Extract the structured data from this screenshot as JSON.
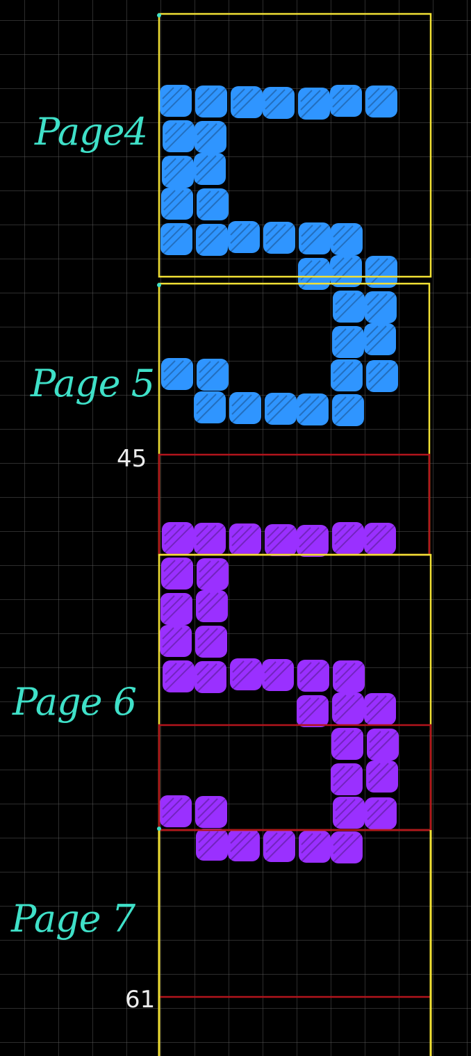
{
  "labels": {
    "page4": "Page4",
    "page5": "Page 5",
    "page6": "Page 6",
    "page7": "Page 7",
    "num_45": "45",
    "num_61": "61"
  },
  "colors": {
    "background": "#000000",
    "grid": "#5a5a5a",
    "page_frame": "#f2e135",
    "highlight_frame": "#b3141c",
    "label": "#3fe0c8",
    "number": "#ececec",
    "digit_blue": "#2f95ff",
    "digit_purple": "#9a30ff"
  },
  "digits": [
    {
      "name": "blue-digit-5",
      "glyph": "5",
      "color": "#2f95ff"
    },
    {
      "name": "purple-digit-5",
      "glyph": "5",
      "color": "#9a30ff"
    }
  ]
}
